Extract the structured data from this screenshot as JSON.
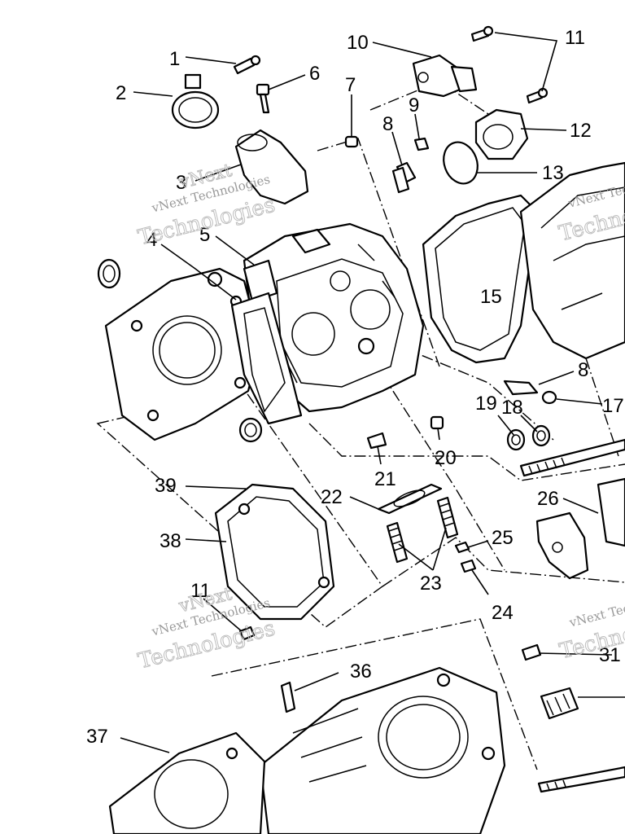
{
  "callouts": {
    "c1": "1",
    "c2": "2",
    "c3": "3",
    "c4": "4",
    "c5": "5",
    "c6": "6",
    "c7": "7",
    "c8a": "8",
    "c8b": "8",
    "c9": "9",
    "c10": "10",
    "c11a": "11",
    "c11b": "11",
    "c12": "12",
    "c13": "13",
    "c15": "15",
    "c17": "17",
    "c18": "18",
    "c19": "19",
    "c20": "20",
    "c21": "21",
    "c22": "22",
    "c23": "23",
    "c24": "24",
    "c25": "25",
    "c26": "26",
    "c31": "31",
    "c36": "36",
    "c37": "37",
    "c38": "38",
    "c39": "39"
  },
  "watermark": {
    "line1": "vNext",
    "line2": "vNext Technologies",
    "line3": "Technologies"
  }
}
